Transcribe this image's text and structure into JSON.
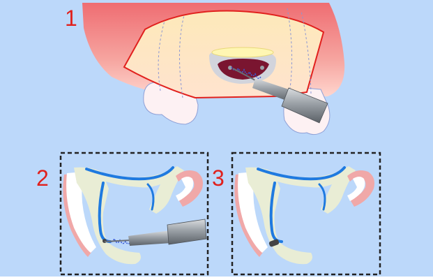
{
  "steps": {
    "one": "1",
    "two": "2",
    "three": "3"
  },
  "colors": {
    "background": "#bcd8fa",
    "step_number": "#e0201c",
    "gum_top": "#ee6f74",
    "gum_bottom": "#ffd6cc",
    "bone": "#fde8b6",
    "flap_outline": "#e1201d",
    "cavity": "#7a1530",
    "membrane_blue": "#1f7ae0",
    "suture_blue": "#3b5bd6",
    "handpiece": "#8c9197",
    "frame_dash": "#222222"
  },
  "icons": [
    "handpiece-icon",
    "bur-icon",
    "suture-icon",
    "tooth-icon"
  ]
}
